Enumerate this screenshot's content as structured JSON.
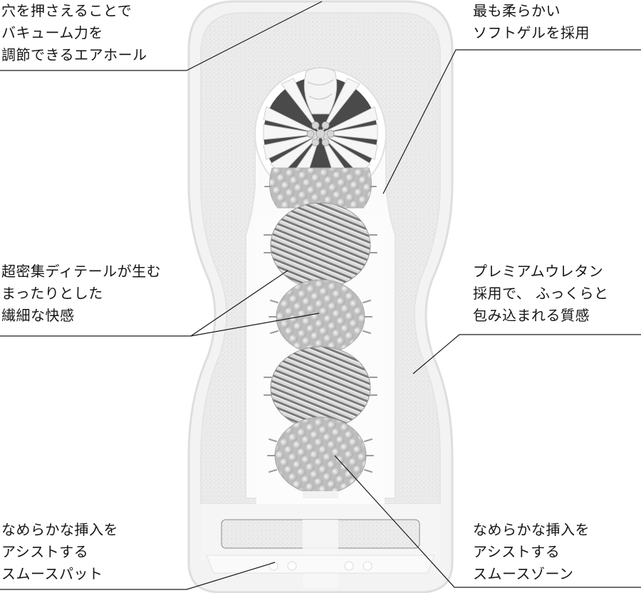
{
  "diagram": {
    "subject": "product-cross-section",
    "colors": {
      "background": "#ffffff",
      "text": "#161616",
      "leader_line": "#1a1a1a",
      "shell": "#f1f1f1",
      "shell_outline": "#dcdcdc",
      "foam": "#e6e6e6",
      "inner_channel": "#fafafa",
      "gel_mid": "#b8b8b8",
      "gel_dark": "#6e6e6e"
    },
    "callouts": [
      {
        "id": "airhole",
        "position": "top-left",
        "lines": [
          "穴を押さえることで",
          "バキューム力を",
          "調節できるエアホール"
        ]
      },
      {
        "id": "softgel",
        "position": "top-right",
        "lines": [
          "最も柔らかい",
          "ソフトゲルを採用"
        ]
      },
      {
        "id": "detail",
        "position": "middle-left",
        "lines": [
          "超密集ディテールが生む",
          "まったりとした",
          "繊細な快感"
        ]
      },
      {
        "id": "urethane",
        "position": "middle-right",
        "lines": [
          "プレミアムウレタン",
          "採用で、 ふっくらと",
          "包み込まれる質感"
        ]
      },
      {
        "id": "pad",
        "position": "bottom-left",
        "lines": [
          "なめらかな挿入を",
          "アシストする",
          "スムースパット"
        ]
      },
      {
        "id": "zone",
        "position": "bottom-right",
        "lines": [
          "なめらかな挿入を",
          "アシストする",
          "スムースゾーン"
        ]
      }
    ]
  }
}
